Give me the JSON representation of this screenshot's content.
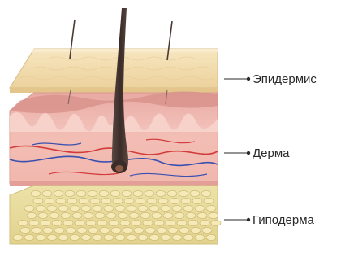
{
  "diagram": {
    "labels": {
      "epidermis": "Эпидермис",
      "dermis": "Дерма",
      "hypodermis": "Гиподерма"
    }
  },
  "colors": {
    "epidermis": "#f2dcae",
    "dermis": "#f1b8b2",
    "hypodermis": "#e8dca0",
    "fat_cell": "#f5eab8",
    "hair": "#4a3a35",
    "artery": "#d23b3b",
    "vein": "#3a50b0",
    "leader": "#2a2a2a"
  }
}
